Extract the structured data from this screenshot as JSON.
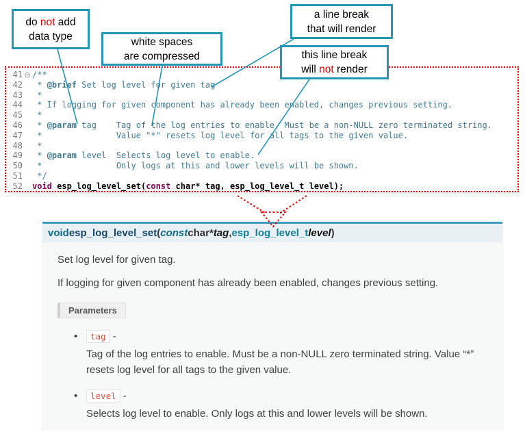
{
  "colors": {
    "callout_border": "#2396b8",
    "highlight_red": "#e80000",
    "code_border_dotted": "#e60000",
    "comment_teal": "#417a8f",
    "keyword_purple": "#7f0055",
    "docs_sig_border": "#3f9dc4",
    "param_literal_red": "#e74c3c"
  },
  "callouts": [
    {
      "id": "no-datatype",
      "lines": [
        [
          {
            "t": "do "
          },
          {
            "t": "not",
            "red": true
          },
          {
            "t": " add"
          }
        ],
        [
          {
            "t": "data type"
          }
        ]
      ]
    },
    {
      "id": "whitespace-compressed",
      "lines": [
        [
          {
            "t": "white spaces"
          }
        ],
        [
          {
            "t": "are  compressed"
          }
        ]
      ]
    },
    {
      "id": "linebreak-renders",
      "lines": [
        [
          {
            "t": "a line break"
          }
        ],
        [
          {
            "t": "that will render"
          }
        ]
      ]
    },
    {
      "id": "linebreak-not-render",
      "lines": [
        [
          {
            "t": "this line break"
          }
        ],
        [
          {
            "t": "will "
          },
          {
            "t": "not",
            "red": true
          },
          {
            "t": " render"
          }
        ]
      ]
    }
  ],
  "code": {
    "lines": [
      {
        "num": "41",
        "fold": "⊖",
        "segs": [
          {
            "t": "/**",
            "cls": "cmt"
          }
        ]
      },
      {
        "num": "42",
        "segs": [
          {
            "t": " * ",
            "cls": "cmt"
          },
          {
            "t": "@brief",
            "cls": "tag"
          },
          {
            "t": " Set log level for given tag",
            "cls": "cmt"
          }
        ]
      },
      {
        "num": "43",
        "segs": [
          {
            "t": " *",
            "cls": "cmt"
          }
        ]
      },
      {
        "num": "44",
        "segs": [
          {
            "t": " * If logging for given component has already been enabled, changes previous setting.",
            "cls": "cmt"
          }
        ]
      },
      {
        "num": "45",
        "segs": [
          {
            "t": " *",
            "cls": "cmt"
          }
        ]
      },
      {
        "num": "46",
        "segs": [
          {
            "t": " * ",
            "cls": "cmt"
          },
          {
            "t": "@param",
            "cls": "tag"
          },
          {
            "t": " tag    Tag of the log entries to enable. Must be a non-NULL zero terminated string.",
            "cls": "cmt"
          }
        ]
      },
      {
        "num": "47",
        "segs": [
          {
            "t": " *               Value \"*\" resets log level for all tags to the given value.",
            "cls": "cmt"
          }
        ]
      },
      {
        "num": "48",
        "segs": [
          {
            "t": " *",
            "cls": "cmt"
          }
        ]
      },
      {
        "num": "49",
        "segs": [
          {
            "t": " * ",
            "cls": "cmt"
          },
          {
            "t": "@param",
            "cls": "tag"
          },
          {
            "t": " level  Selects log level to enable.",
            "cls": "cmt"
          }
        ]
      },
      {
        "num": "50",
        "segs": [
          {
            "t": " *               Only logs at this and lower levels will be shown.",
            "cls": "cmt"
          }
        ]
      },
      {
        "num": "51",
        "segs": [
          {
            "t": " */",
            "cls": "cmt"
          }
        ]
      },
      {
        "num": "52",
        "segs": [
          {
            "t": "void",
            "cls": "kw"
          },
          {
            "t": " esp_log_level_set(",
            "cls": "code"
          },
          {
            "t": "const",
            "cls": "kw"
          },
          {
            "t": " char* tag, esp_log_level_t level);",
            "cls": "code"
          }
        ]
      }
    ]
  },
  "docs": {
    "signature": [
      {
        "t": "void",
        "cls": "s-kw"
      },
      {
        "t": " ",
        "cls": "s-plain"
      },
      {
        "t": "esp_log_level_set",
        "cls": "s-name"
      },
      {
        "t": "(",
        "cls": "s-plain"
      },
      {
        "t": "const",
        "cls": "s-kwi"
      },
      {
        "t": "  char ",
        "cls": "s-bold"
      },
      {
        "t": "*",
        "cls": "s-bold"
      },
      {
        "t": "tag",
        "cls": "s-param"
      },
      {
        "t": ", ",
        "cls": "s-plain"
      },
      {
        "t": "esp_log_level_t ",
        "cls": "s-type"
      },
      {
        "t": "level",
        "cls": "s-param"
      },
      {
        "t": ")",
        "cls": "s-plain"
      }
    ],
    "para1": "Set log level for given tag.",
    "para2": "If logging for given component has already been enabled, changes previous setting.",
    "params_label": "Parameters",
    "params": [
      {
        "name": "tag",
        "desc": "Tag of the log entries to enable. Must be a non-NULL zero terminated string. Value “*” resets log level for all tags to the given value."
      },
      {
        "name": "level",
        "desc": "Selects log level to enable. Only logs at this and lower levels will be shown."
      }
    ]
  }
}
